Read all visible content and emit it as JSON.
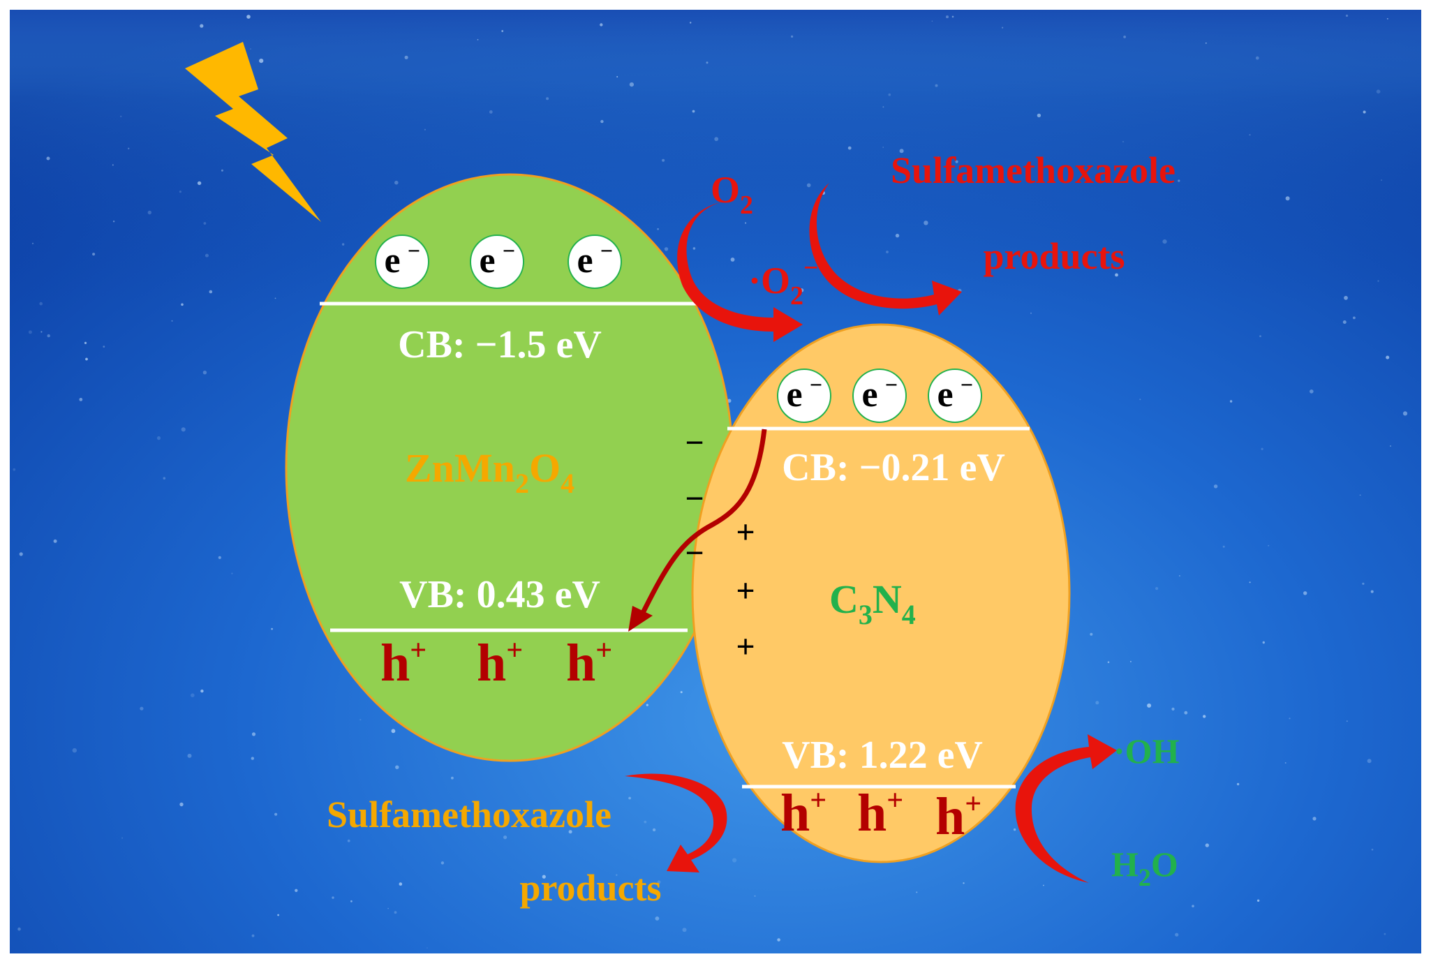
{
  "colors": {
    "water_dark": "#0a3d9e",
    "water_mid": "#1f6fd6",
    "water_light": "#4aa3ee",
    "znmn_fill": "#92d050",
    "c3n4_fill": "#ffc966",
    "arrow_red": "#e8140c",
    "dark_red": "#b30000",
    "white": "#ffffff",
    "orange_text": "#f5a800",
    "green_text": "#22b14c",
    "lightning": "#ffb800"
  },
  "icons": {
    "lightning": "lightning-bolt-icon",
    "curved_arrow": "curved-arrow-icon",
    "electron": "electron-circle-icon"
  },
  "znmn2o4": {
    "name_main": "ZnMn",
    "name_sub1": "2",
    "name_mid": "O",
    "name_sub2": "4",
    "cb": "CB: −1.5 eV",
    "vb": "VB: 0.43 eV",
    "electrons": [
      "e",
      "e",
      "e"
    ],
    "electron_sup": "−",
    "holes": [
      "h",
      "h",
      "h"
    ],
    "hole_sup": "+",
    "charges": [
      "−",
      "−",
      "−"
    ]
  },
  "c3n4": {
    "name_c": "C",
    "name_sub1": "3",
    "name_n": "N",
    "name_sub2": "4",
    "cb": "CB: −0.21 eV",
    "vb": "VB: 1.22 eV",
    "electrons": [
      "e",
      "e",
      "e"
    ],
    "electron_sup": "−",
    "holes": [
      "h",
      "h",
      "h"
    ],
    "hole_sup": "+",
    "charges": [
      "+",
      "+",
      "+"
    ]
  },
  "reactions": {
    "o2": "O",
    "o2_sub": "2",
    "superoxide_prefix": "·O",
    "superoxide_sub": "2",
    "superoxide_sup": "−",
    "top_pollutant": "Sulfamethoxazole",
    "top_products": "products",
    "bottom_pollutant": "Sulfamethoxazole",
    "bottom_products": "products",
    "oh": "·OH",
    "h2o_h": "H",
    "h2o_sub": "2",
    "h2o_o": "O"
  }
}
